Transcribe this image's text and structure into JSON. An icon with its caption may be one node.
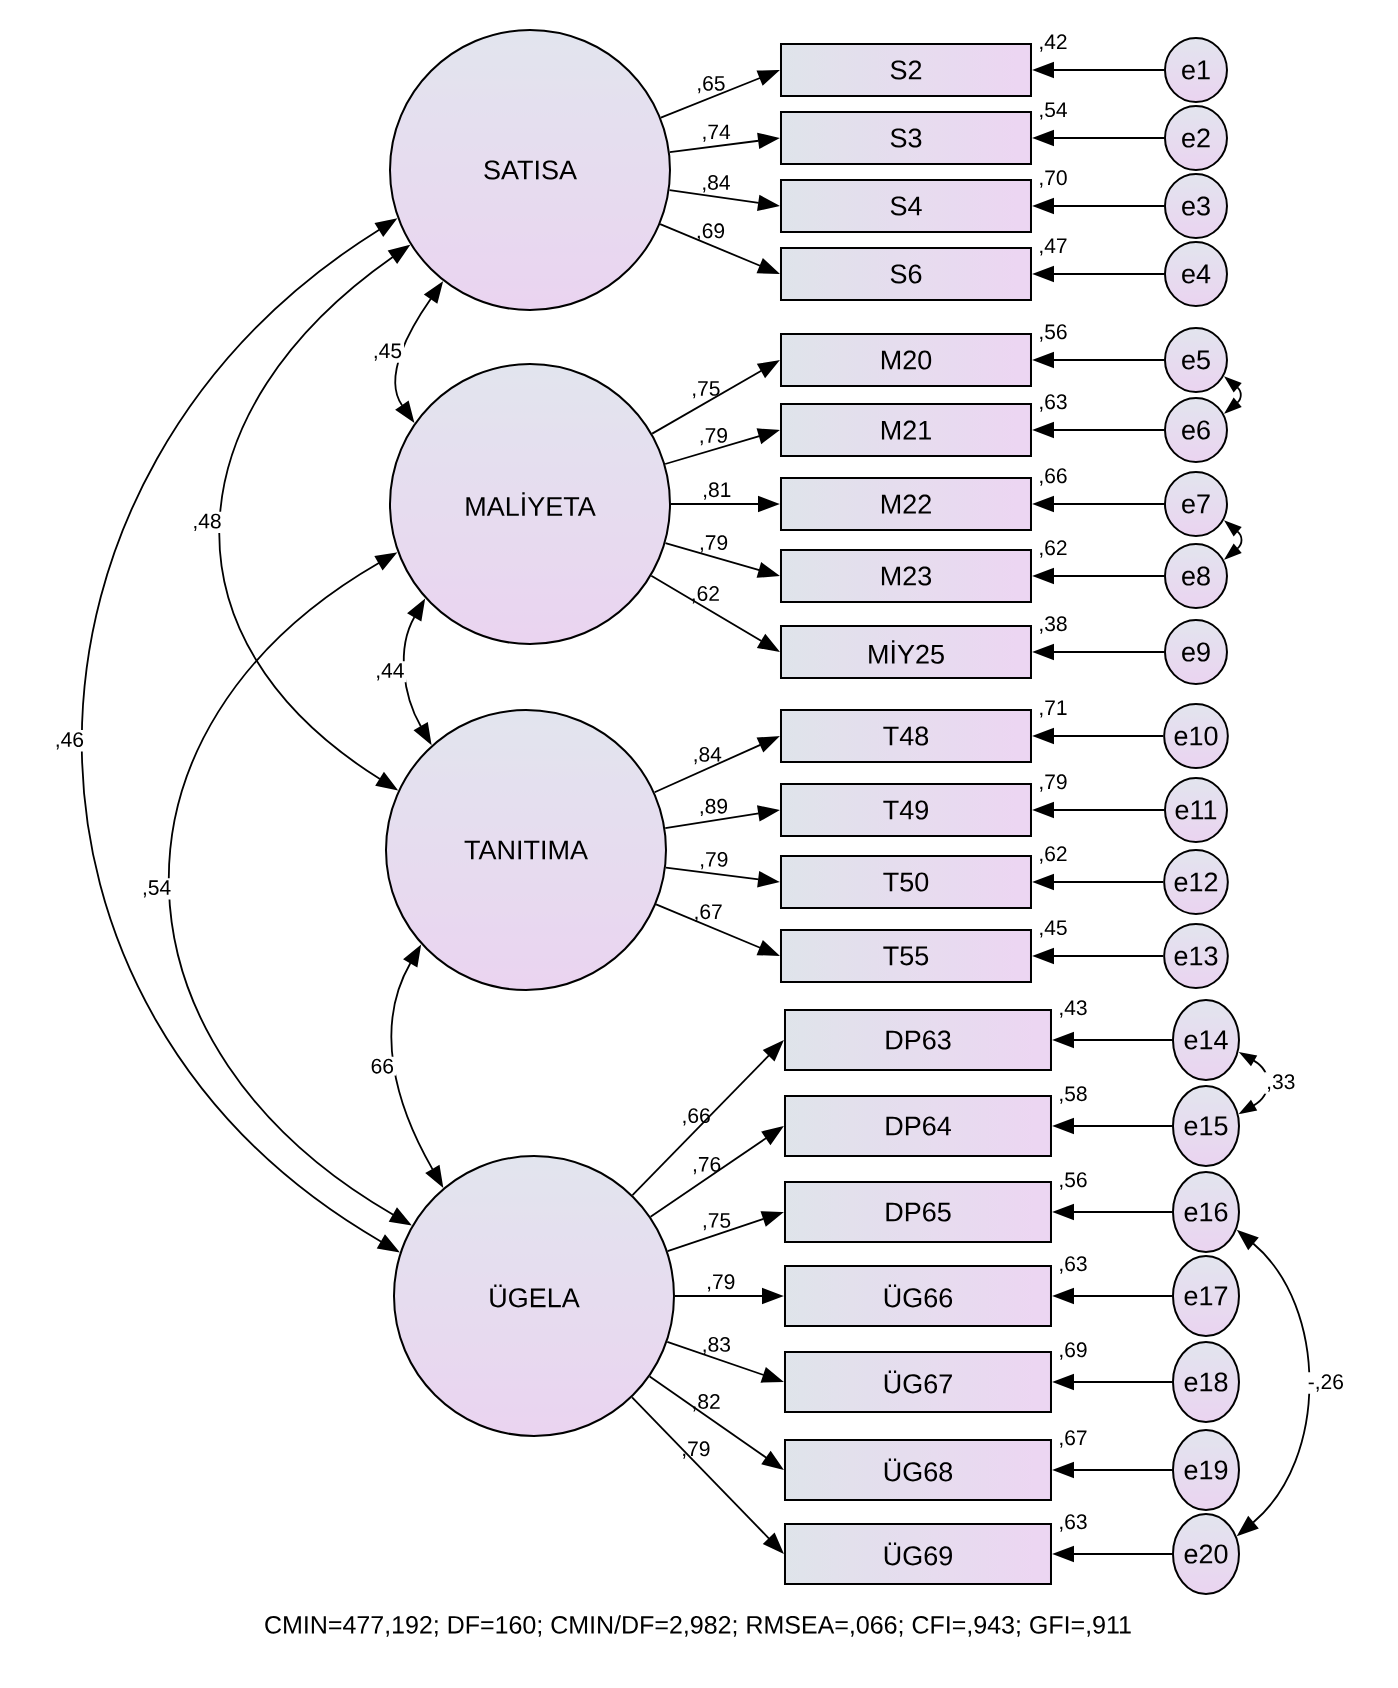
{
  "diagram": {
    "caption": "CMIN=477,192; DF=160; CMIN/DF=2,982; RMSEA=,066; CFI=,943; GFI=,911",
    "nodes": [
      {
        "text": [
          "SATISA"
        ]
      },
      {
        "text": [
          "MALİYETA"
        ]
      },
      {
        "text": [
          "TANITIMA"
        ]
      },
      {
        "text": [
          "ÜGELA"
        ]
      },
      {
        "text": [
          "S2"
        ],
        "beside": [
          ",42"
        ]
      },
      {
        "text": [
          "S3"
        ],
        "beside": [
          ",54"
        ]
      },
      {
        "text": [
          "S4"
        ],
        "beside": [
          ",70"
        ]
      },
      {
        "text": [
          "S6"
        ],
        "beside": [
          ",47"
        ]
      },
      {
        "text": [
          "M20"
        ],
        "beside": [
          ",56"
        ]
      },
      {
        "text": [
          "M21"
        ],
        "beside": [
          ",63"
        ]
      },
      {
        "text": [
          "M22"
        ],
        "beside": [
          ",66"
        ]
      },
      {
        "text": [
          "M23"
        ],
        "beside": [
          ",62"
        ]
      },
      {
        "text": [
          "MİY25"
        ],
        "beside": [
          ",38"
        ]
      },
      {
        "text": [
          "T48"
        ],
        "beside": [
          ",71"
        ]
      },
      {
        "text": [
          "T49"
        ],
        "beside": [
          ",79"
        ]
      },
      {
        "text": [
          "T50"
        ],
        "beside": [
          ",62"
        ]
      },
      {
        "text": [
          "T55"
        ],
        "beside": [
          ",45"
        ]
      },
      {
        "text": [
          "DP63"
        ],
        "beside": [
          ",43"
        ]
      },
      {
        "text": [
          "DP64"
        ],
        "beside": [
          ",58"
        ]
      },
      {
        "text": [
          "DP65"
        ],
        "beside": [
          ",56"
        ]
      },
      {
        "text": [
          "ÜG66"
        ],
        "beside": [
          ",63"
        ]
      },
      {
        "text": [
          "ÜG67"
        ],
        "beside": [
          ",69"
        ]
      },
      {
        "text": [
          "ÜG68"
        ],
        "beside": [
          ",67"
        ]
      },
      {
        "text": [
          "ÜG69"
        ],
        "beside": [
          ",63"
        ]
      },
      {
        "text": [
          "e1"
        ]
      },
      {
        "text": [
          "e2"
        ]
      },
      {
        "text": [
          "e3"
        ]
      },
      {
        "text": [
          "e4"
        ]
      },
      {
        "text": [
          "e5"
        ]
      },
      {
        "text": [
          "e6"
        ]
      },
      {
        "text": [
          "e7"
        ]
      },
      {
        "text": [
          "e8"
        ]
      },
      {
        "text": [
          "e9"
        ]
      },
      {
        "text": [
          "e10"
        ]
      },
      {
        "text": [
          "e11"
        ]
      },
      {
        "text": [
          "e12"
        ]
      },
      {
        "text": [
          "e13"
        ]
      },
      {
        "text": [
          "e14"
        ]
      },
      {
        "text": [
          "e15"
        ]
      },
      {
        "text": [
          "e16"
        ]
      },
      {
        "text": [
          "e17"
        ]
      },
      {
        "text": [
          "e18"
        ]
      },
      {
        "text": [
          "e19"
        ]
      },
      {
        "text": [
          "e20"
        ]
      }
    ],
    "edges": [
      {
        "from": 0,
        "to": 4,
        "arrow": "to",
        "label": ",65"
      },
      {
        "from": 0,
        "to": 5,
        "arrow": "to",
        "label": ",74"
      },
      {
        "from": 0,
        "to": 6,
        "arrow": "to",
        "label": ",84"
      },
      {
        "from": 0,
        "to": 7,
        "arrow": "to",
        "label": ",69"
      },
      {
        "from": 1,
        "to": 8,
        "arrow": "to",
        "label": ",75"
      },
      {
        "from": 1,
        "to": 9,
        "arrow": "to",
        "label": ",79"
      },
      {
        "from": 1,
        "to": 10,
        "arrow": "to",
        "label": ",81"
      },
      {
        "from": 1,
        "to": 11,
        "arrow": "to",
        "label": ",79"
      },
      {
        "from": 1,
        "to": 12,
        "arrow": "to",
        "label": ",62"
      },
      {
        "from": 2,
        "to": 13,
        "arrow": "to",
        "label": ",84"
      },
      {
        "from": 2,
        "to": 14,
        "arrow": "to",
        "label": ",89"
      },
      {
        "from": 2,
        "to": 15,
        "arrow": "to",
        "label": ",79"
      },
      {
        "from": 2,
        "to": 16,
        "arrow": "to",
        "label": ",67"
      },
      {
        "from": 3,
        "to": 17,
        "arrow": "to",
        "label": ",66"
      },
      {
        "from": 3,
        "to": 18,
        "arrow": "to",
        "label": ",76"
      },
      {
        "from": 3,
        "to": 19,
        "arrow": "to",
        "label": ",75"
      },
      {
        "from": 3,
        "to": 20,
        "arrow": "to",
        "label": ",79"
      },
      {
        "from": 3,
        "to": 21,
        "arrow": "to",
        "label": ",83"
      },
      {
        "from": 3,
        "to": 22,
        "arrow": "to",
        "label": ",82"
      },
      {
        "from": 3,
        "to": 23,
        "arrow": "to",
        "label": ",79"
      },
      {
        "from": 24,
        "to": 4,
        "arrow": "to"
      },
      {
        "from": 25,
        "to": 5,
        "arrow": "to"
      },
      {
        "from": 26,
        "to": 6,
        "arrow": "to"
      },
      {
        "from": 27,
        "to": 7,
        "arrow": "to"
      },
      {
        "from": 28,
        "to": 8,
        "arrow": "to"
      },
      {
        "from": 29,
        "to": 9,
        "arrow": "to"
      },
      {
        "from": 30,
        "to": 10,
        "arrow": "to"
      },
      {
        "from": 31,
        "to": 11,
        "arrow": "to"
      },
      {
        "from": 32,
        "to": 12,
        "arrow": "to"
      },
      {
        "from": 33,
        "to": 13,
        "arrow": "to"
      },
      {
        "from": 34,
        "to": 14,
        "arrow": "to"
      },
      {
        "from": 35,
        "to": 15,
        "arrow": "to"
      },
      {
        "from": 36,
        "to": 16,
        "arrow": "to"
      },
      {
        "from": 37,
        "to": 17,
        "arrow": "to"
      },
      {
        "from": 38,
        "to": 18,
        "arrow": "to"
      },
      {
        "from": 39,
        "to": 19,
        "arrow": "to"
      },
      {
        "from": 40,
        "to": 20,
        "arrow": "to"
      },
      {
        "from": 41,
        "to": 21,
        "arrow": "to"
      },
      {
        "from": 42,
        "to": 22,
        "arrow": "to"
      },
      {
        "from": 43,
        "to": 23,
        "arrow": "to"
      },
      {
        "from": 0,
        "to": 1,
        "arrow": "both",
        "label": ",45"
      },
      {
        "from": 0,
        "to": 2,
        "arrow": "both",
        "label": ",48"
      },
      {
        "from": 0,
        "to": 3,
        "arrow": "both",
        "label": ",46"
      },
      {
        "from": 1,
        "to": 2,
        "arrow": "both",
        "label": ",44"
      },
      {
        "from": 1,
        "to": 3,
        "arrow": "both",
        "label": ",54"
      },
      {
        "from": 2,
        "to": 3,
        "arrow": "both",
        "label": "66"
      },
      {
        "from": 28,
        "to": 29,
        "arrow": "both"
      },
      {
        "from": 30,
        "to": 31,
        "arrow": "both"
      },
      {
        "from": 37,
        "to": 38,
        "arrow": "both",
        "label": ",33"
      },
      {
        "from": 39,
        "to": 43,
        "arrow": "both",
        "label": "-,26"
      }
    ]
  }
}
